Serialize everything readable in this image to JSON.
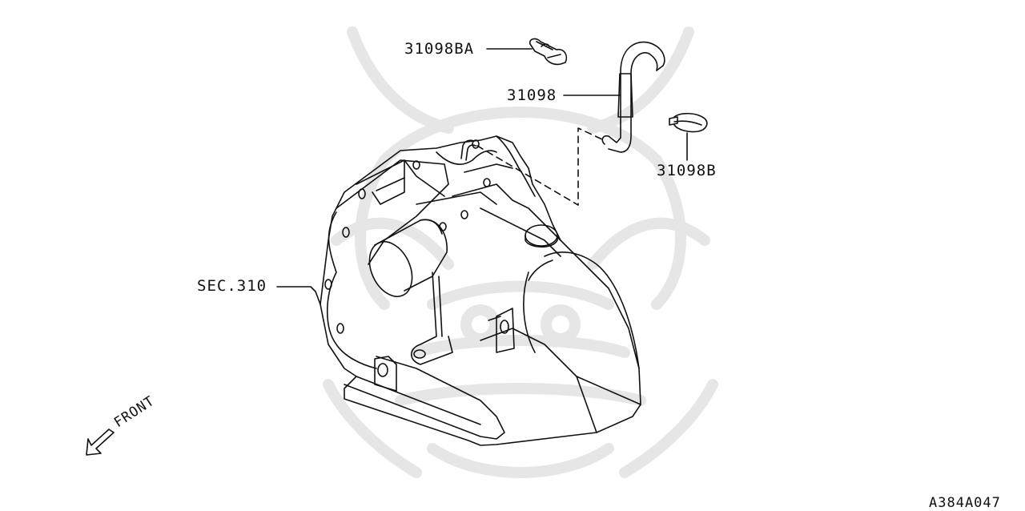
{
  "diagram": {
    "labels": {
      "clip_ba": "31098BA",
      "hose": "31098",
      "clip_b": "31098B",
      "section_ref": "SEC.310",
      "front_marker": "FRONT",
      "figure_id": "A384A047"
    }
  },
  "colors": {
    "line": "#111111",
    "watermark": "#e6e6e6",
    "background": "#ffffff"
  },
  "icons": {
    "front": "front-arrow-icon",
    "watermark": "samurai-helmet-watermark"
  }
}
